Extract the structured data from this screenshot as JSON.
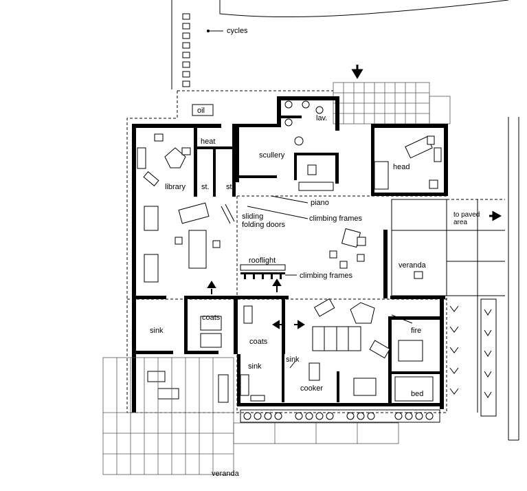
{
  "plan": {
    "labels": {
      "cycles": "cycles",
      "oil": "oil",
      "lav": "lav.",
      "heat": "heat",
      "scullery": "scullery",
      "head": "head",
      "library": "library",
      "st1": "st.",
      "st2": "st.",
      "piano": "piano",
      "sliding": "sliding",
      "folding_doors": "folding doors",
      "climbing_frames_1": "climbing frames",
      "to_paved": "to paved",
      "area": "area",
      "veranda_east": "veranda",
      "rooflight": "rooflight",
      "climbing_frames_2": "climbing frames",
      "coats_1": "coats",
      "coats_2": "coats",
      "fire": "fire",
      "sink_1": "sink",
      "sink_2": "sink",
      "sink_3": "sink",
      "cooker": "cooker",
      "bed": "bed",
      "veranda_south": "veranda"
    },
    "icons": [
      "arrow-down-icon",
      "arrow-right-icon",
      "arrow-up-icon",
      "arrow-left-icon"
    ]
  }
}
